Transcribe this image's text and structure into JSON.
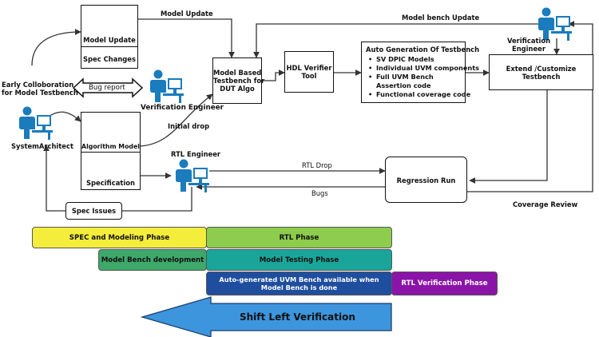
{
  "boxes": {
    "model_update": {
      "title": "Model Update",
      "caption": "Spec Changes"
    },
    "algo_spec": {
      "algorithm_label": "Algorithm Model",
      "spec_label": "Specification"
    },
    "model_based_tb": {
      "text": "Model Based\nTestbench for\nDUT Algo"
    },
    "hdl_verifier": {
      "text": "HDL Verifier\nTool"
    },
    "auto_gen": {
      "title": "Auto Generation Of Testbench",
      "items": [
        "SV DPIC Models",
        "Individual UVM components",
        "Full UVM Bench",
        "Assertion code",
        "Functional coverage code"
      ]
    },
    "extend": {
      "text": "Extend /Customize\nTestbench"
    },
    "regression": {
      "text": "Regression Run"
    },
    "spec_issues": {
      "text": "Spec Issues"
    },
    "bug_report": {
      "text": "Bug report"
    }
  },
  "people": {
    "system_architect": "SystemArchitect",
    "verification_engineer_mid": "Verification Engineer",
    "rtl_engineer": "RTL Engineer",
    "verification_engineer_top": "Verification\nEngineer"
  },
  "labels": {
    "early_collab": "Early Colloboration\nfor Model Testbench",
    "model_update_arrow": "Model Update",
    "model_bench_update": "Model bench Update",
    "initial_drop": "Initial drop",
    "rtl_drop": "RTL Drop",
    "bugs": "Bugs",
    "coverage_review": "Coverage Review"
  },
  "phases": [
    {
      "label": "SPEC and Modeling Phase",
      "color": "#f5ed3b"
    },
    {
      "label": "RTL Phase",
      "color": "#8dcc4c"
    },
    {
      "label": "Model Bench development",
      "color": "#3da86a"
    },
    {
      "label": "Model Testing Phase",
      "color": "#1aa59a"
    },
    {
      "label": "Auto-generated UVM Bench available when\nModel Bench is done",
      "color": "#1f4e9e"
    },
    {
      "label": "RTL Verification Phase",
      "color": "#8a14a8"
    }
  ],
  "shift_left": {
    "label": "Shift Left Verification",
    "color": "#3d95dd"
  },
  "colors": {
    "person": "#1a7bbd",
    "line": "#333333"
  }
}
